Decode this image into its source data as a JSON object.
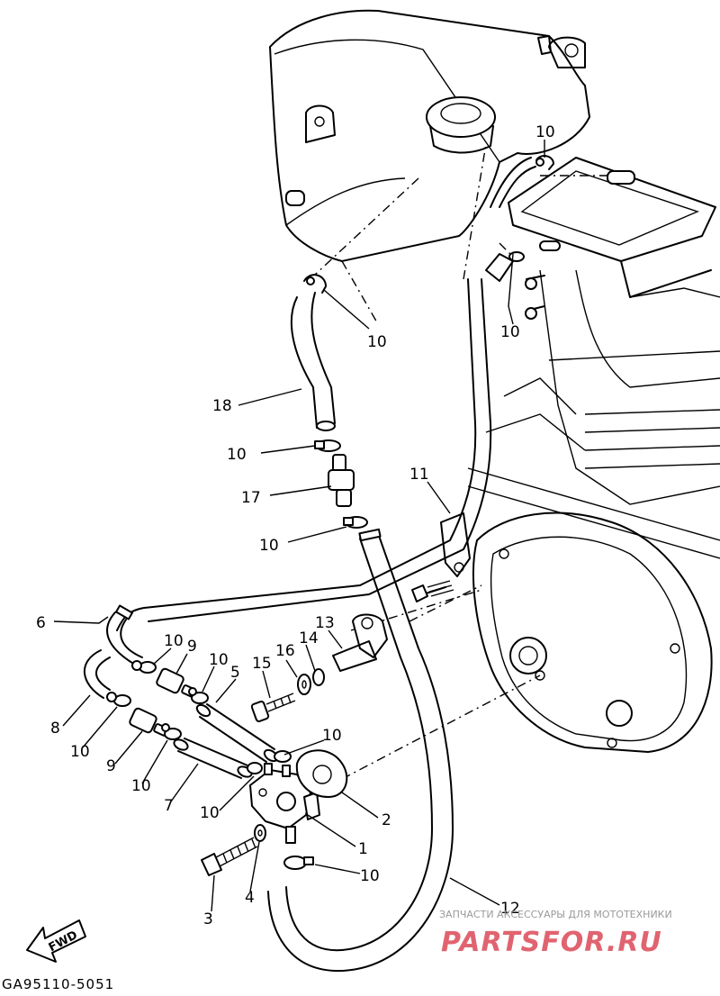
{
  "diagram": {
    "part_number_code": "GA95110-5051",
    "fwd_label": "FWD",
    "callouts": {
      "c10_a": "10",
      "c10_b": "10",
      "c10_c": "10",
      "c18": "18",
      "c10_d": "10",
      "c17": "17",
      "c10_e": "10",
      "c11": "11",
      "c6": "6",
      "c13": "13",
      "c10_f": "10",
      "c9_a": "9",
      "c10_g": "10",
      "c5": "5",
      "c15": "15",
      "c16": "16",
      "c14": "14",
      "c8": "8",
      "c10_h": "10",
      "c9_b": "9",
      "c10_i": "10",
      "c7": "7",
      "c10_j": "10",
      "c10_k": "10",
      "c2": "2",
      "c1": "1",
      "c10_l": "10",
      "c3": "3",
      "c4": "4",
      "c12": "12"
    }
  },
  "watermark": {
    "tagline": "ЗАПЧАСТИ АКСЕССУАРЫ ДЛЯ МОТОТЕХНИКИ",
    "brand": "PARTSFOR.RU"
  },
  "colors": {
    "ink": "#000000",
    "watermark_brand": "#e06470",
    "watermark_text": "#9a9a9a"
  }
}
